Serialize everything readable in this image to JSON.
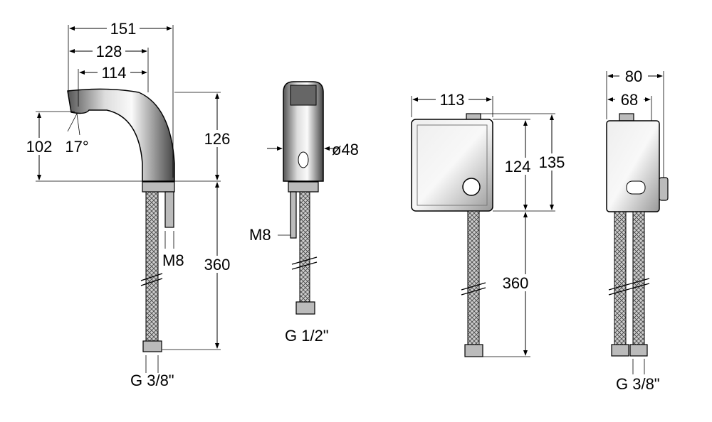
{
  "drawing": {
    "faucet_side": {
      "width_total": "151",
      "width_mid": "128",
      "width_spout": "114",
      "spout_height": "102",
      "angle": "17°",
      "body_height": "126",
      "rod_thread": "M8",
      "hose_length": "360",
      "hose_connection": "G 3/8\""
    },
    "faucet_front": {
      "rod_thread": "M8",
      "diameter": "ø48",
      "hose_connection": "G 1/2\""
    },
    "box_front": {
      "width": "113",
      "body_height": "124",
      "total_height": "135",
      "hose_length": "360"
    },
    "box_side": {
      "total_depth": "80",
      "body_depth": "68",
      "hose_connection": "G 3/8\""
    }
  }
}
